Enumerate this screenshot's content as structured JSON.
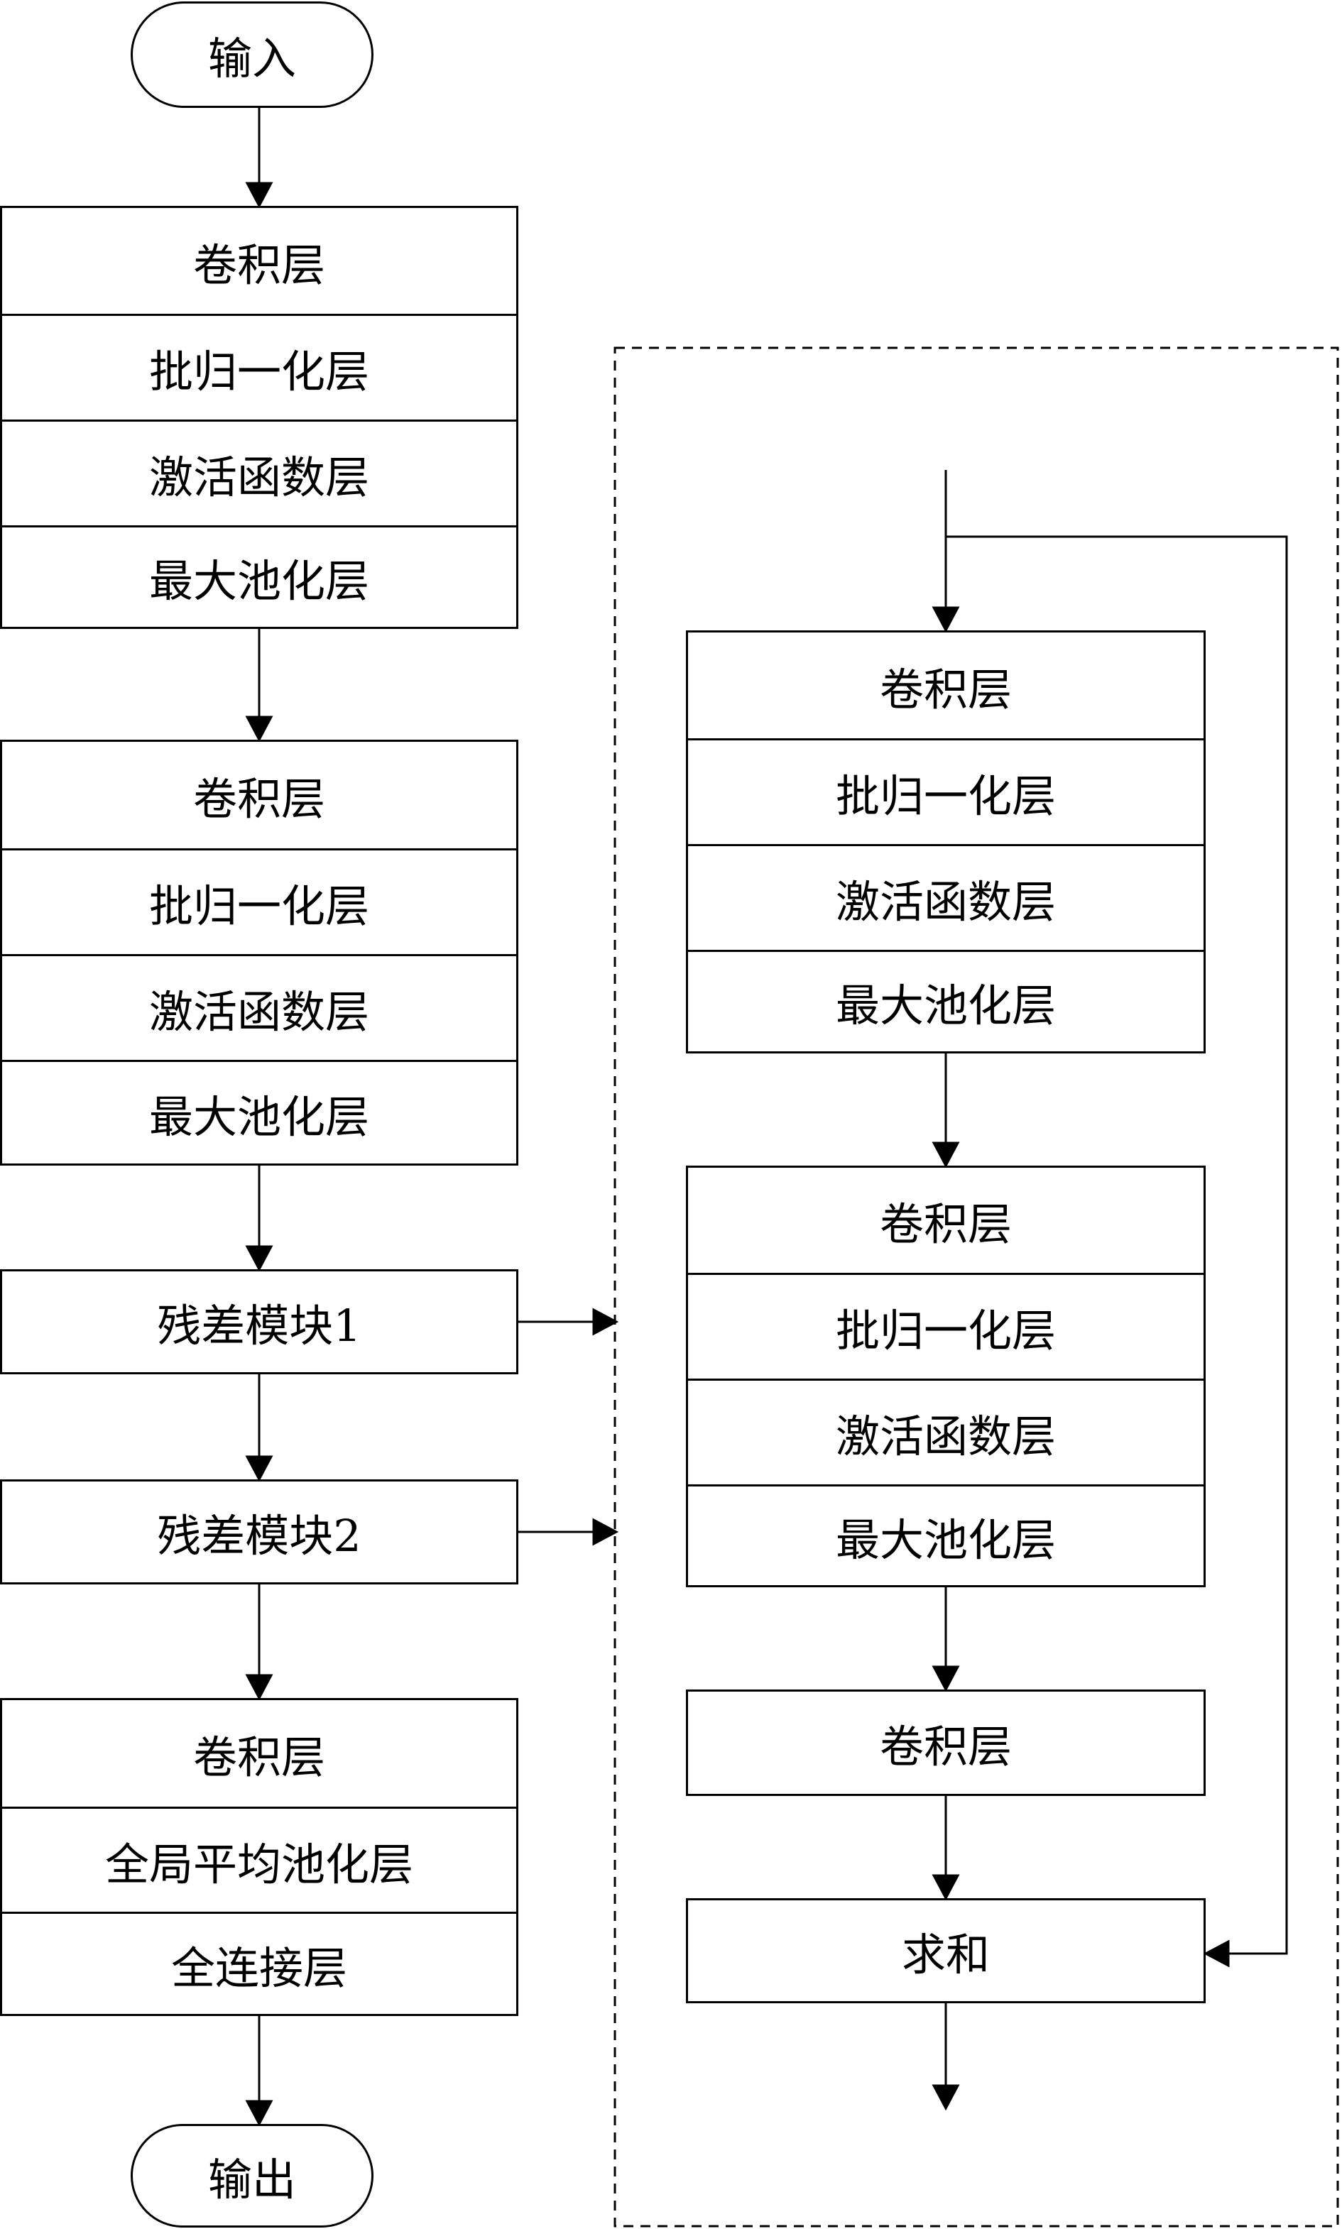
{
  "terminals": {
    "input": "输入",
    "output": "输出"
  },
  "main_flow": {
    "block1": [
      "卷积层",
      "批归一化层",
      "激活函数层",
      "最大池化层"
    ],
    "block2": [
      "卷积层",
      "批归一化层",
      "激活函数层",
      "最大池化层"
    ],
    "residual1": "残差模块1",
    "residual2": "残差模块2",
    "head": [
      "卷积层",
      "全局平均池化层",
      "全连接层"
    ]
  },
  "residual_detail": {
    "block1": [
      "卷积层",
      "批归一化层",
      "激活函数层",
      "最大池化层"
    ],
    "block2": [
      "卷积层",
      "批归一化层",
      "激活函数层",
      "最大池化层"
    ],
    "conv": "卷积层",
    "sum": "求和"
  }
}
